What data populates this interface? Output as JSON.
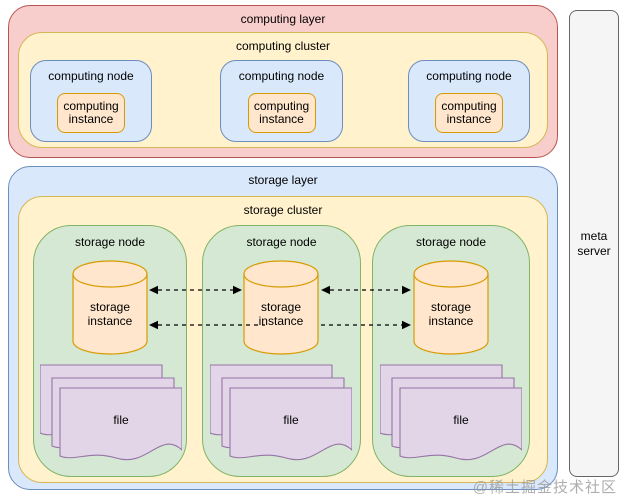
{
  "colors": {
    "red_fill": "#f8cecc",
    "red_stroke": "#b85450",
    "yellow_fill": "#fff2cc",
    "yellow_stroke": "#d6b656",
    "blue_fill": "#dae8fc",
    "blue_stroke": "#6c8ebf",
    "green_fill": "#d5e8d4",
    "green_stroke": "#82b366",
    "orange_fill": "#ffe6cc",
    "orange_stroke": "#d79b00",
    "purple_fill": "#e1d5e7",
    "purple_stroke": "#9673a6",
    "gray_fill": "#f5f5f5",
    "gray_stroke": "#666666",
    "arrow": "#000000"
  },
  "computing": {
    "layer_label": "computing layer",
    "cluster_label": "computing cluster",
    "nodes": [
      {
        "label": "computing node",
        "instance_label": "computing instance"
      },
      {
        "label": "computing node",
        "instance_label": "computing instance"
      },
      {
        "label": "computing node",
        "instance_label": "computing instance"
      }
    ]
  },
  "storage": {
    "layer_label": "storage layer",
    "cluster_label": "storage cluster",
    "nodes": [
      {
        "label": "storage node",
        "instance_label": "storage instance",
        "file_label": "file"
      },
      {
        "label": "storage node",
        "instance_label": "storage instance",
        "file_label": "file"
      },
      {
        "label": "storage node",
        "instance_label": "storage instance",
        "file_label": "file"
      }
    ]
  },
  "meta_server": {
    "label": "meta server"
  },
  "watermark": "@稀土掘金技术社区"
}
